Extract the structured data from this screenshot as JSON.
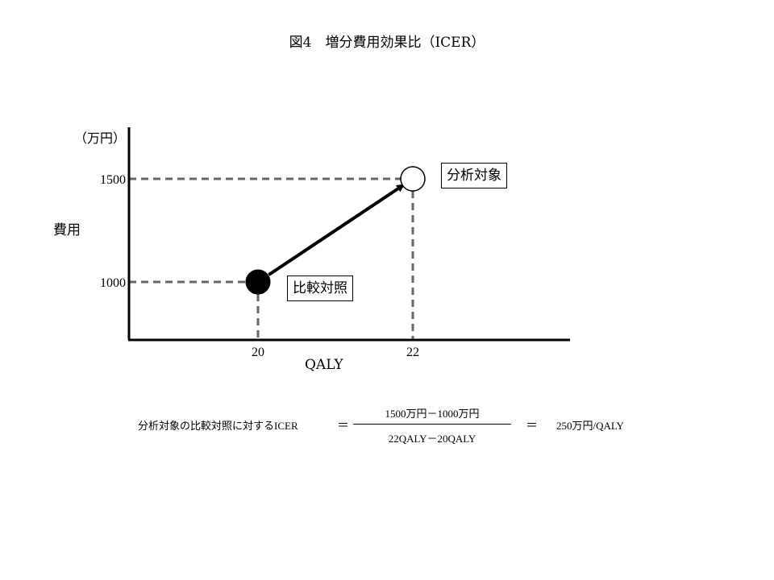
{
  "page": {
    "title": "図4　増分費用効果比（ICER）"
  },
  "chart_data": {
    "type": "scatter",
    "ylabel": "費用",
    "yunit": "（万円）",
    "xlabel": "QALY",
    "x_ticks": [
      20,
      22
    ],
    "y_ticks": [
      1000,
      1500
    ],
    "points": [
      {
        "label": "比較対照",
        "x": 20,
        "y": 1000,
        "fill": "filled"
      },
      {
        "label": "分析対象",
        "x": 22,
        "y": 1500,
        "fill": "hollow"
      }
    ],
    "arrow": {
      "from": 0,
      "to": 1
    },
    "guides": "dashed",
    "colors": {
      "axis": "#000000",
      "guide": "#666666",
      "point": "#000000"
    }
  },
  "formula": {
    "lhs": "分析対象の比較対照に対するICER",
    "eq1": "＝",
    "numerator": "1500万円－1000万円",
    "denominator": "22QALY－20QALY",
    "eq2": "＝",
    "result": "250万円/QALY"
  }
}
